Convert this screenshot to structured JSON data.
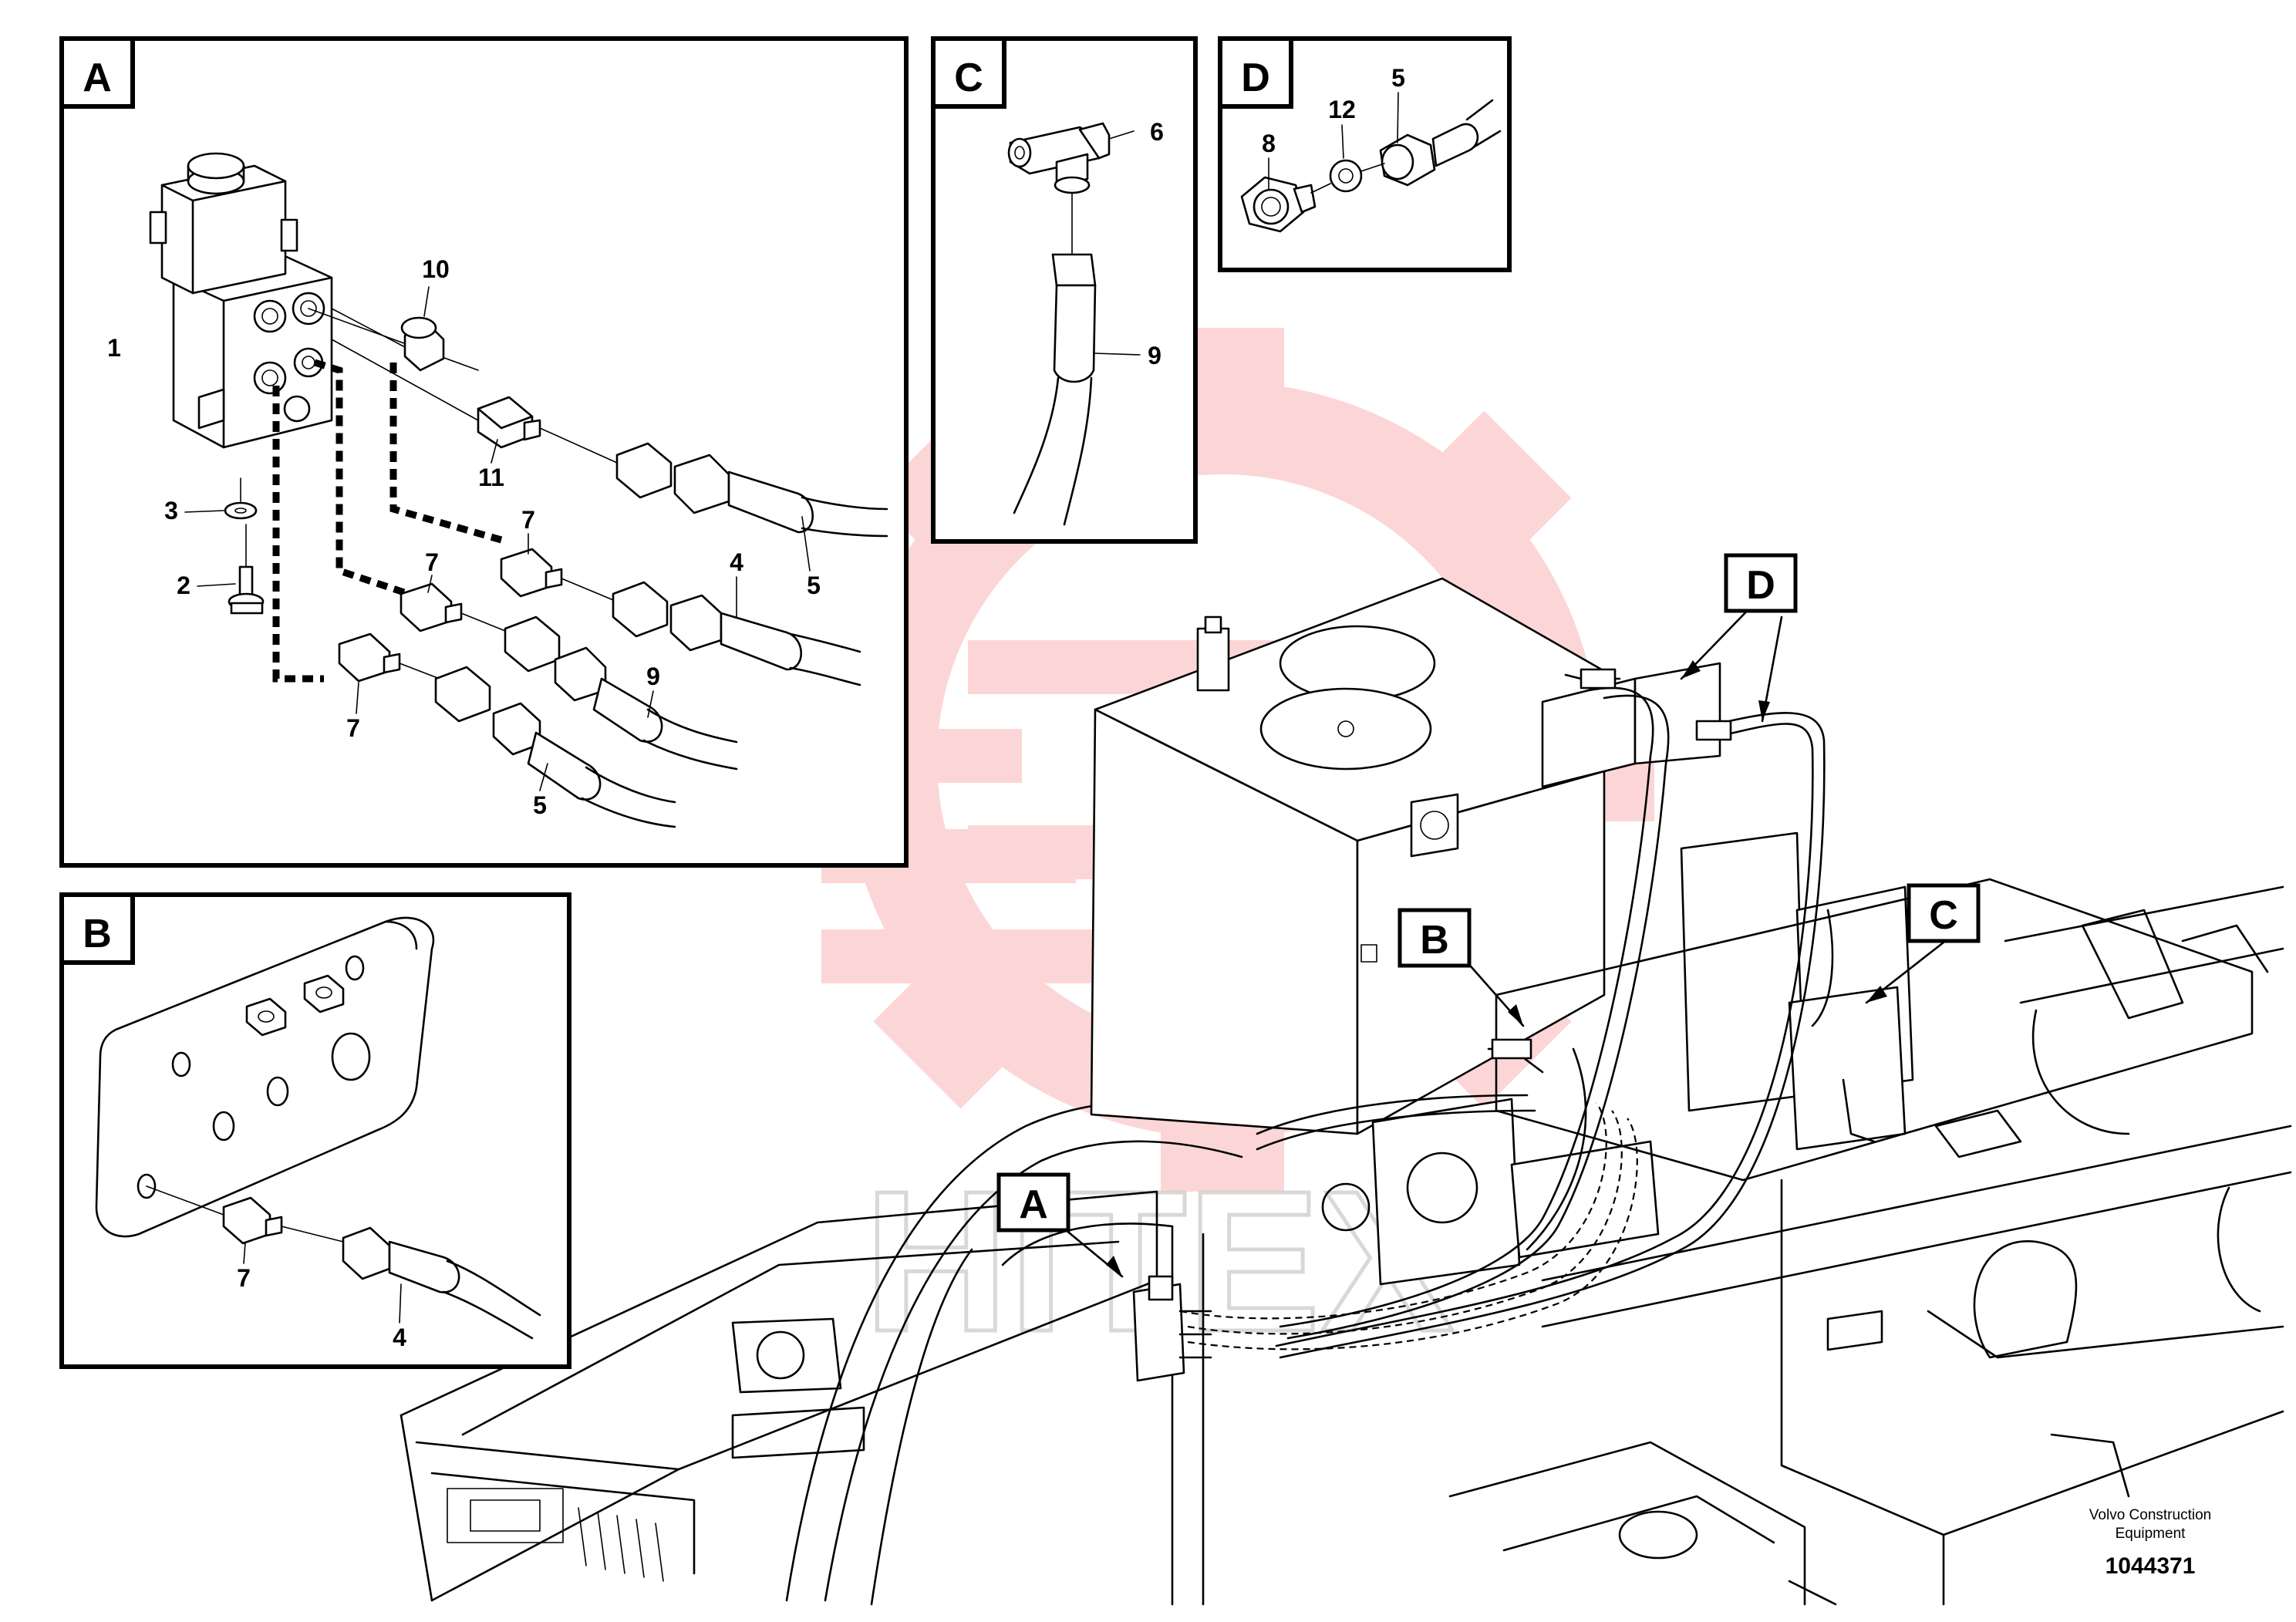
{
  "panels": {
    "a": {
      "label": "A",
      "callouts": [
        "1",
        "10",
        "11",
        "7",
        "7",
        "7",
        "3",
        "2",
        "4",
        "5",
        "9",
        "5"
      ]
    },
    "b": {
      "label": "B",
      "callouts": [
        "7",
        "4"
      ]
    },
    "c": {
      "label": "C",
      "callouts": [
        "6",
        "9"
      ]
    },
    "d": {
      "label": "D",
      "callouts": [
        "8",
        "12",
        "5"
      ]
    }
  },
  "machine_tags": {
    "d": "D",
    "b": "B",
    "c": "C",
    "a": "A"
  },
  "watermark": {
    "text": "HITEX"
  },
  "footer": {
    "maker_line1": "Volvo Construction",
    "maker_line2": "Equipment",
    "drawing_number": "1044371"
  },
  "colors": {
    "line": "#000000",
    "watermark": "#f26d6d",
    "watermark_text": "#d0d0d0"
  }
}
